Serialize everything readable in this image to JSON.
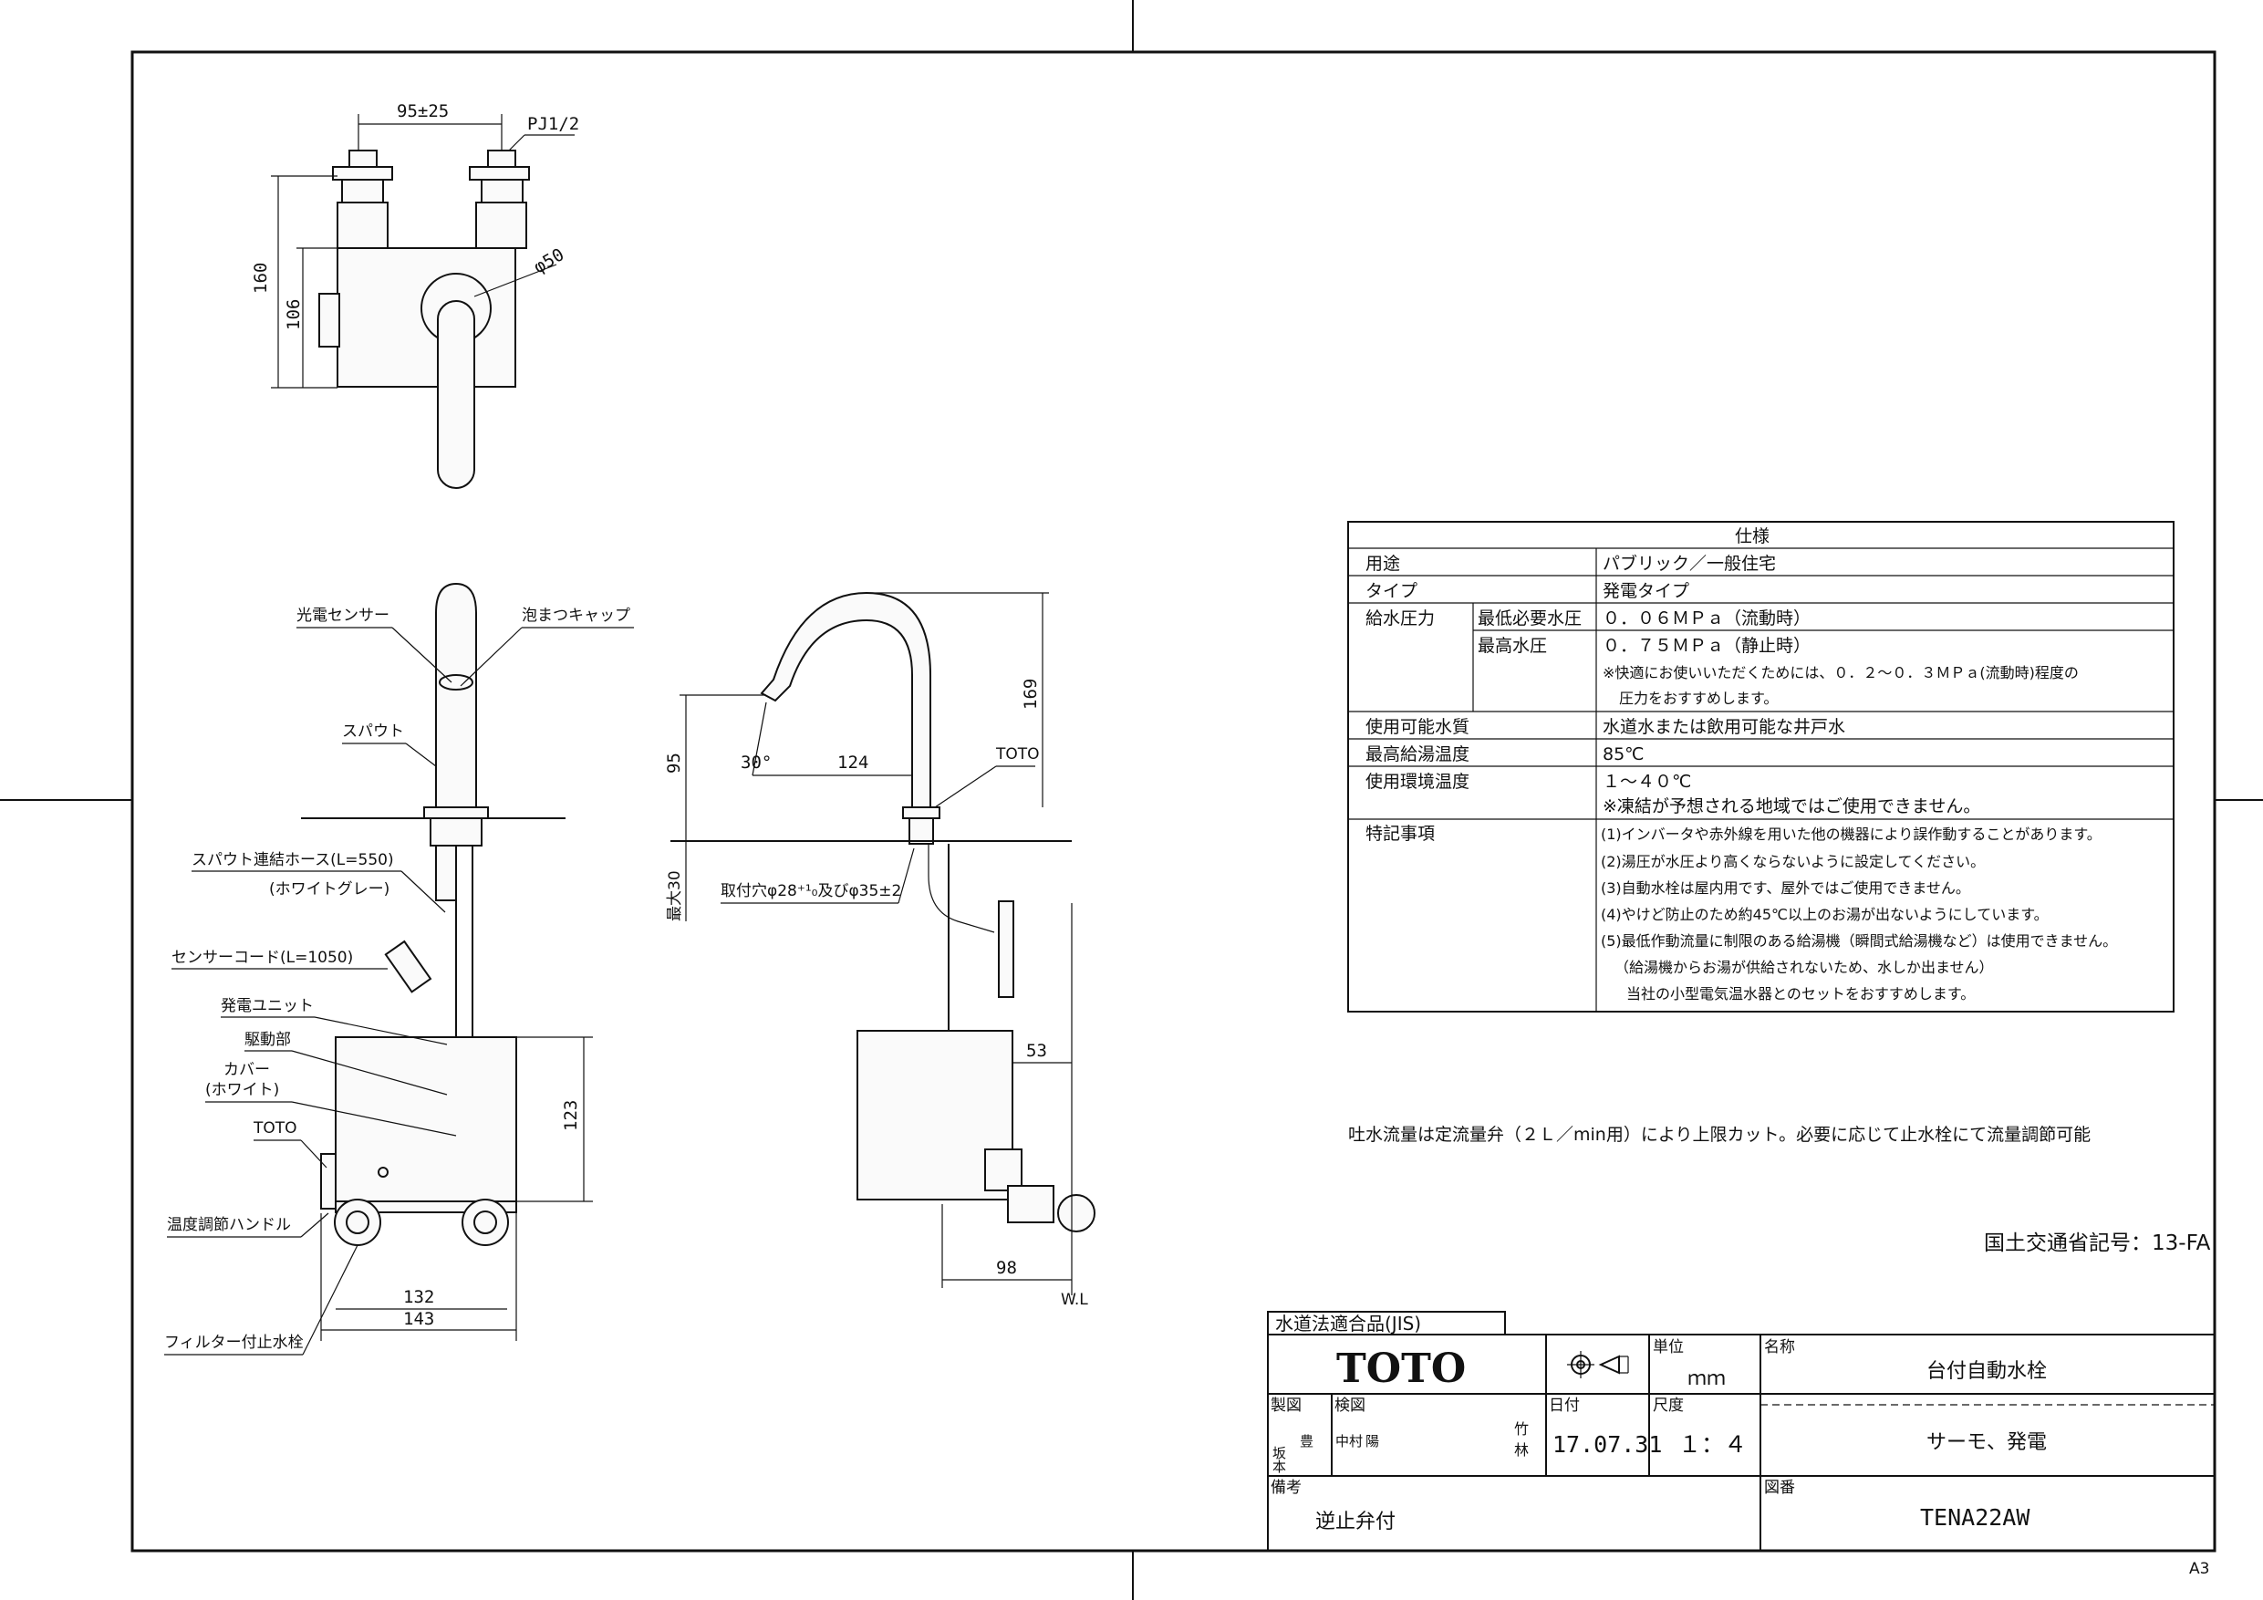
{
  "sheet": {
    "size_mark": "A3"
  },
  "top_view": {
    "dims": {
      "width": "95±25",
      "pipe": "PJ1/2",
      "diameter": "φ50",
      "height1": "160",
      "height2": "106"
    }
  },
  "front_view": {
    "labels": {
      "sensor": "光電センサー",
      "cap": "泡まつキャップ",
      "spout": "スパウト",
      "hose": "スパウト連結ホース(L=550)",
      "hose_color": "(ホワイトグレー)",
      "cord": "センサーコード(L=1050)",
      "generator": "発電ユニット",
      "drive": "駆動部",
      "cover": "カバー",
      "cover_color": "(ホワイト)",
      "toto": "TOTO",
      "handle": "温度調節ハンドル",
      "stopvalve": "フィルター付止水栓"
    },
    "dims": {
      "h123": "123",
      "w132": "132",
      "w143": "143"
    }
  },
  "side_view": {
    "labels": {
      "toto": "TOTO",
      "hole": "取付穴φ28⁺¹₀及びφ35±2",
      "wl": "W.L"
    },
    "dims": {
      "h169": "169",
      "h95": "95",
      "reach": "124",
      "angle": "30°",
      "max30": "最大30",
      "d53": "53",
      "d98": "98"
    }
  },
  "spec_table": {
    "title": "仕様",
    "rows": [
      {
        "label": "用途",
        "value": "パブリック／一般住宅"
      },
      {
        "label": "タイプ",
        "value": "発電タイプ"
      },
      {
        "label": "給水圧力",
        "sub1": "最低必要水圧",
        "val1": "０．０６ＭＰａ（流動時）",
        "sub2": "最高水圧",
        "val2": "０．７５ＭＰａ（静止時）",
        "note1": "※快適にお使いいただくためには、０．２～０．３ＭＰａ(流動時)程度の",
        "note2": "圧力をおすすめします。"
      },
      {
        "label": "使用可能水質",
        "value": "水道水または飲用可能な井戸水"
      },
      {
        "label": "最高給湯温度",
        "value": "85℃"
      },
      {
        "label": "使用環境温度",
        "value": "１～４０℃",
        "note": "※凍結が予想される地域ではご使用できません。"
      },
      {
        "label": "特記事項",
        "notes": [
          "(1)インバータや赤外線を用いた他の機器により誤作動することがあります。",
          "(2)湯圧が水圧より高くならないように設定してください。",
          "(3)自動水栓は屋内用です、屋外ではご使用できません。",
          "(4)やけど防止のため約45℃以上のお湯が出ないようにしています。",
          "(5)最低作動流量に制限のある給湯機（瞬間式給湯機など）は使用できません。",
          "（給湯機からお湯が供給されないため、水しか出ません）",
          "当社の小型電気温水器とのセットをおすすめします。"
        ]
      }
    ]
  },
  "flow_note": "吐水流量は定流量弁（２Ｌ／min用）により上限カット。必要に応じて止水栓にて流量調節可能",
  "mlit_code": "国土交通省記号：13-FA",
  "title_block": {
    "jis": "水道法適合品(JIS)",
    "brand": "TOTO",
    "unit_label": "単位",
    "unit_value": "ｍｍ",
    "name_label": "名称",
    "name_value": "台付自動水栓",
    "sub_name": "サーモ、発電",
    "drawn_label": "製図",
    "drawn_names": [
      "坂本",
      "豊"
    ],
    "check_label": "検図",
    "check_names": [
      "中村",
      "陽"
    ],
    "approve_names": [
      "竹",
      "林"
    ],
    "date_label": "日付",
    "date_value": "17.07.31",
    "scale_label": "尺度",
    "scale_value": "１：４",
    "remarks_label": "備考",
    "remarks_value": "逆止弁付",
    "drawing_no_label": "図番",
    "drawing_no_value": "TENA22AW"
  }
}
